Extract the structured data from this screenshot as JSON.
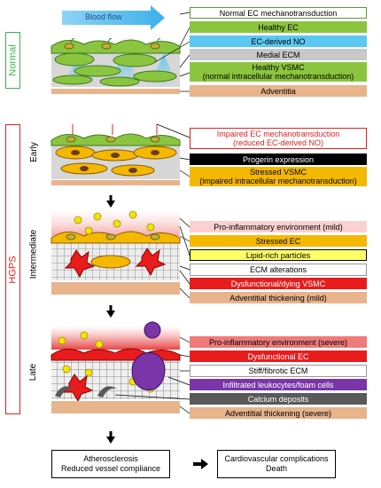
{
  "blood_flow": "Blood flow",
  "side_labels": {
    "normal": "Normal",
    "hgps": "HGPS"
  },
  "stage_labels": {
    "early": "Early",
    "intermediate": "Intermediate",
    "late": "Late"
  },
  "normal_labels": [
    {
      "l1": "Normal EC mechanotransduction",
      "l2": "",
      "color": "#ffffff",
      "text": "#000000",
      "border": "#5a9a3a"
    },
    {
      "l1": "Healthy EC",
      "l2": "",
      "color": "#8bc53f",
      "text": "#000000",
      "border": "#8bc53f"
    },
    {
      "l1": "EC-derived NO",
      "l2": "",
      "color": "#5ac8f0",
      "text": "#000000",
      "border": "#5ac8f0"
    },
    {
      "l1": "Medial ECM",
      "l2": "",
      "color": "#c8c8c8",
      "text": "#000000",
      "border": "#c8c8c8"
    },
    {
      "l1": "Healthy VSMC",
      "l2": "(normal intracellular mechanotransduction)",
      "color": "#8bc53f",
      "text": "#000000",
      "border": "#8bc53f"
    },
    {
      "l1": "Adventitia",
      "l2": "",
      "color": "#e8b48c",
      "text": "#000000",
      "border": "#e8b48c"
    }
  ],
  "early_labels": [
    {
      "l1": "Impaired EC mechanotransduction",
      "l2": "(reduced EC-derived NO)",
      "color": "#ffffff",
      "text": "#e02020",
      "border": "#e02020"
    },
    {
      "l1": "Progerin expression",
      "l2": "",
      "color": "#000000",
      "text": "#ffffff",
      "border": "#000000"
    },
    {
      "l1": "Stressed VSMC",
      "l2": "(impaired intracellular mechanotransduction)",
      "color": "#f5b800",
      "text": "#000000",
      "border": "#f5b800"
    }
  ],
  "intermediate_labels": [
    {
      "l1": "Pro-inflammatory environment (mild)",
      "l2": "",
      "color": "#fbd0d0",
      "text": "#000000",
      "border": "#fbd0d0"
    },
    {
      "l1": "Stressed EC",
      "l2": "",
      "color": "#f5b800",
      "text": "#000000",
      "border": "#f5b800"
    },
    {
      "l1": "Lipid-rich particles",
      "l2": "",
      "color": "#ffff66",
      "text": "#000000",
      "border": "#000000"
    },
    {
      "l1": "ECM alterations",
      "l2": "",
      "color": "#ffffff",
      "text": "#000000",
      "border": "#999999"
    },
    {
      "l1": "Dysfunctional/dying VSMC",
      "l2": "",
      "color": "#e81c1c",
      "text": "#ffffff",
      "border": "#e81c1c"
    },
    {
      "l1": "Adventitial thickening (mild)",
      "l2": "",
      "color": "#e8b48c",
      "text": "#000000",
      "border": "#e8b48c"
    }
  ],
  "late_labels": [
    {
      "l1": "Pro-inflammatory environment (severe)",
      "l2": "",
      "color": "#f07a7a",
      "text": "#000000",
      "border": "#f07a7a"
    },
    {
      "l1": "Dysfunctional EC",
      "l2": "",
      "color": "#e81c1c",
      "text": "#ffffff",
      "border": "#e81c1c"
    },
    {
      "l1": "Stiff/fibrotic ECM",
      "l2": "",
      "color": "#ffffff",
      "text": "#000000",
      "border": "#999999"
    },
    {
      "l1": "Infiltrated leukocytes/foam cells",
      "l2": "",
      "color": "#7a35a8",
      "text": "#ffffff",
      "border": "#7a35a8"
    },
    {
      "l1": "Calcium deposits",
      "l2": "",
      "color": "#595959",
      "text": "#ffffff",
      "border": "#595959"
    },
    {
      "l1": "Adventitial thickening (severe)",
      "l2": "",
      "color": "#e8b48c",
      "text": "#000000",
      "border": "#e8b48c"
    }
  ],
  "outcomes": {
    "left": {
      "l1": "Atherosclerosis",
      "l2": "Reduced vessel compliance"
    },
    "right": {
      "l1": "Cardiovascular complications",
      "l2": "Death"
    }
  },
  "colors": {
    "normal_green": "#3cb44a",
    "hgps_red": "#e02020",
    "ec_green": "#8bc53f",
    "vsmc_orange": "#f5b800",
    "dying_red": "#e81c1c",
    "leukocyte_purple": "#7a35a8",
    "lipid_yellow": "#f5e400"
  }
}
